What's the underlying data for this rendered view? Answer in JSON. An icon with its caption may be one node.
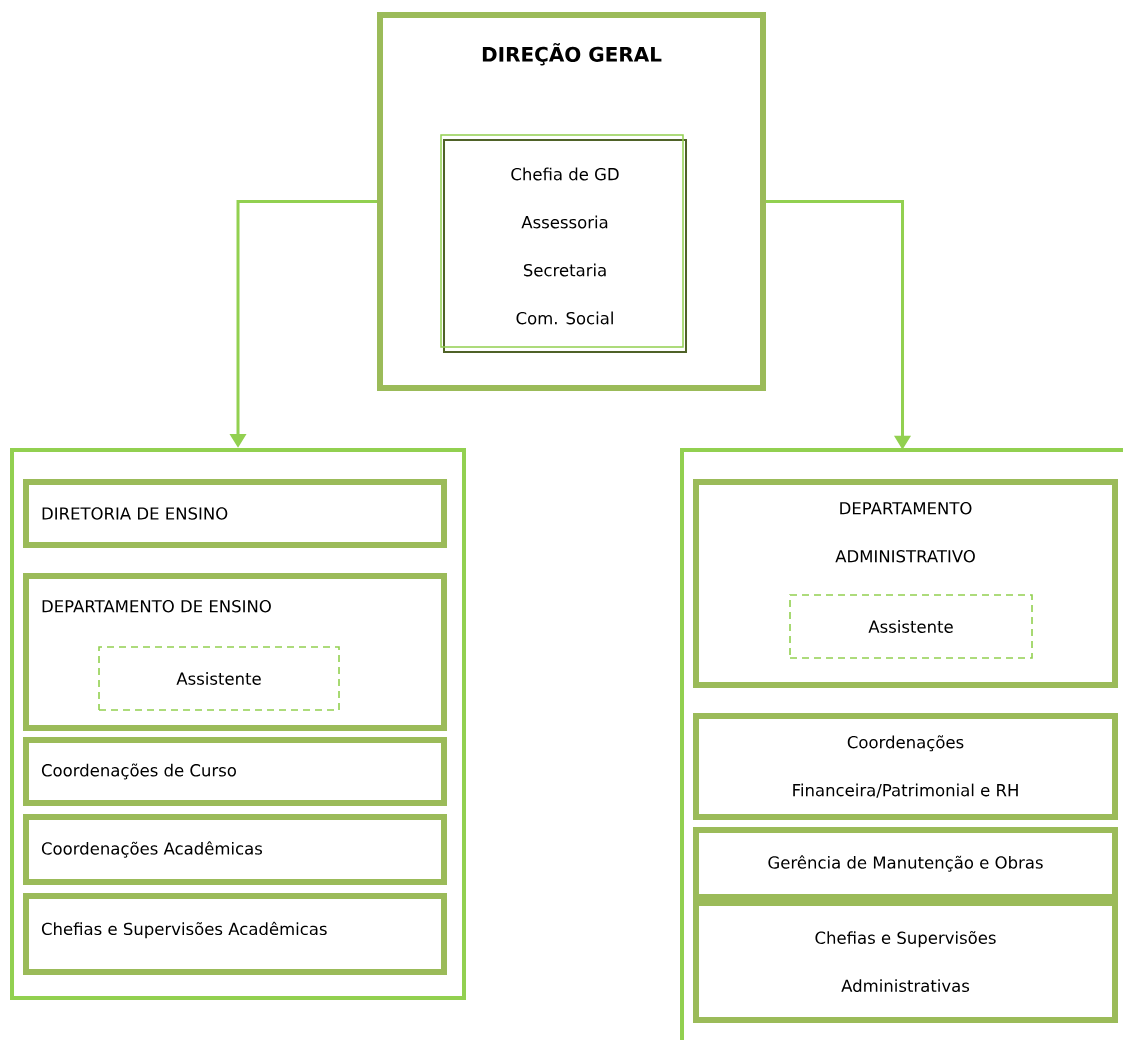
{
  "diagram": {
    "nodes": [
      {
        "text": [
          "DIREÇÃO GERAL"
        ]
      },
      {
        "text": [
          "Chefia de GD",
          "Assessoria",
          "Secretaria",
          "Com. Social"
        ],
        "in": 0
      },
      {
        "text": [],
        "shape": "box"
      },
      {
        "text": [
          "DIRETORIA DE ENSINO"
        ],
        "in": 2
      },
      {
        "text": [
          "DEPARTAMENTO DE ENSINO"
        ],
        "in": 2
      },
      {
        "text": [
          "Assistente"
        ],
        "in": 4
      },
      {
        "text": [
          "Coordenações de Curso"
        ],
        "in": 2
      },
      {
        "text": [
          "Coordenações Acadêmicas"
        ],
        "in": 2
      },
      {
        "text": [
          "Chefias e Supervisões Acadêmicas"
        ],
        "in": 2
      },
      {
        "text": [],
        "shape": "box"
      },
      {
        "text": [
          "DEPARTAMENTO ADMINISTRATIVO"
        ],
        "in": 9
      },
      {
        "text": [
          "Assistente"
        ],
        "in": 10
      },
      {
        "text": [
          "Coordenações Financeira/Patrimonial e RH"
        ],
        "in": 9
      },
      {
        "text": [
          "Gerência de Manutenção e Obras"
        ],
        "in": 9
      },
      {
        "text": [
          "Chefias e Supervisões Administrativas"
        ],
        "in": 9
      }
    ],
    "edges": [
      {
        "from": 0,
        "to": 2,
        "arrow": "to"
      },
      {
        "from": 0,
        "to": 9,
        "arrow": "to"
      }
    ]
  }
}
